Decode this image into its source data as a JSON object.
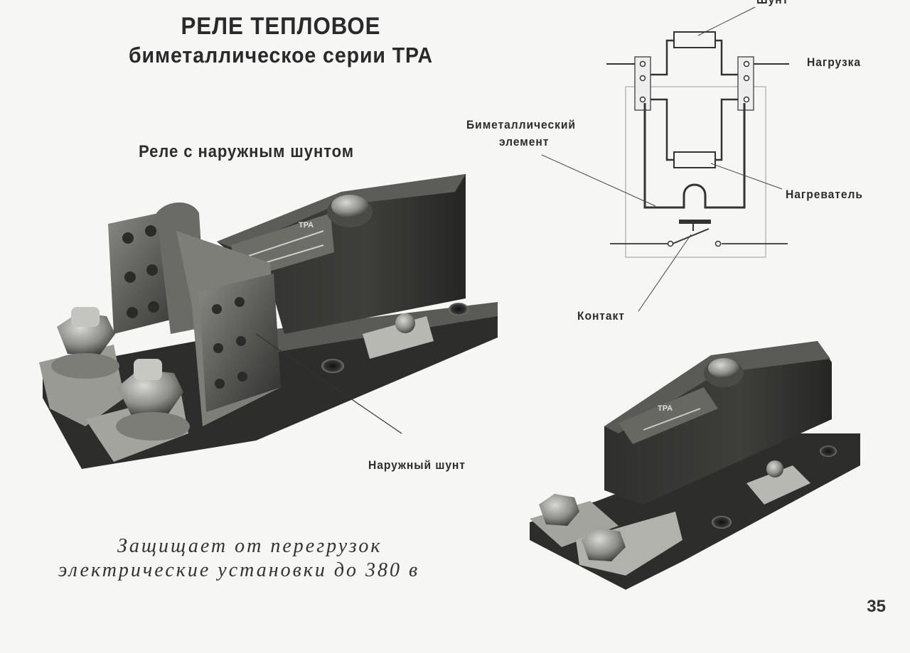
{
  "title": {
    "line1": "РЕЛЕ ТЕПЛОВОЕ",
    "line2": "биметаллическое серии ТРА"
  },
  "photo1": {
    "heading": "Реле с наружным шунтом",
    "label_shunt": "Наружный шунт",
    "plate_text": "ТРА"
  },
  "schematic": {
    "label_shunt": "Шунт",
    "label_load": "Нагрузка",
    "label_bimetal_line1": "Биметаллический",
    "label_bimetal_line2": "элемент",
    "label_heater": "Нагреватель",
    "label_contact": "Контакт"
  },
  "photo2": {
    "plate_text": "ТРА"
  },
  "description": {
    "line1": "Защищает от перегрузок",
    "line2": "электрические установки до 380 в"
  },
  "page_number": "35"
}
